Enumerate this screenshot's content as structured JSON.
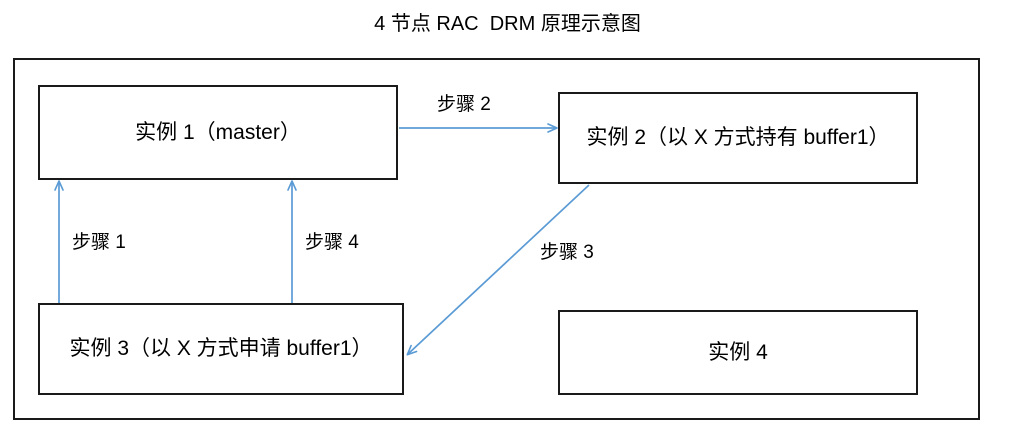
{
  "diagram": {
    "title": "4 节点 RAC  DRM 原理示意图",
    "accent_color": "#5B9BD5",
    "border_color": "#1A1A1A",
    "background_color": "#FFFFFF",
    "nodes": [
      {
        "id": "instance-1",
        "label": "实例 1（master）"
      },
      {
        "id": "instance-2",
        "label": "实例 2（以 X 方式持有 buffer1）"
      },
      {
        "id": "instance-3",
        "label": "实例 3（以 X 方式申请 buffer1）"
      },
      {
        "id": "instance-4",
        "label": "实例 4"
      }
    ],
    "steps": [
      {
        "id": "step-1",
        "label": "步骤 1",
        "from": "instance-3",
        "to": "instance-1",
        "direction": "up"
      },
      {
        "id": "step-2",
        "label": "步骤 2",
        "from": "instance-1",
        "to": "instance-2",
        "direction": "right"
      },
      {
        "id": "step-3",
        "label": "步骤 3",
        "from": "instance-2",
        "to": "instance-3",
        "direction": "diagonal-down-left"
      },
      {
        "id": "step-4",
        "label": "步骤 4",
        "from": "instance-3",
        "to": "instance-1",
        "direction": "up"
      }
    ]
  }
}
